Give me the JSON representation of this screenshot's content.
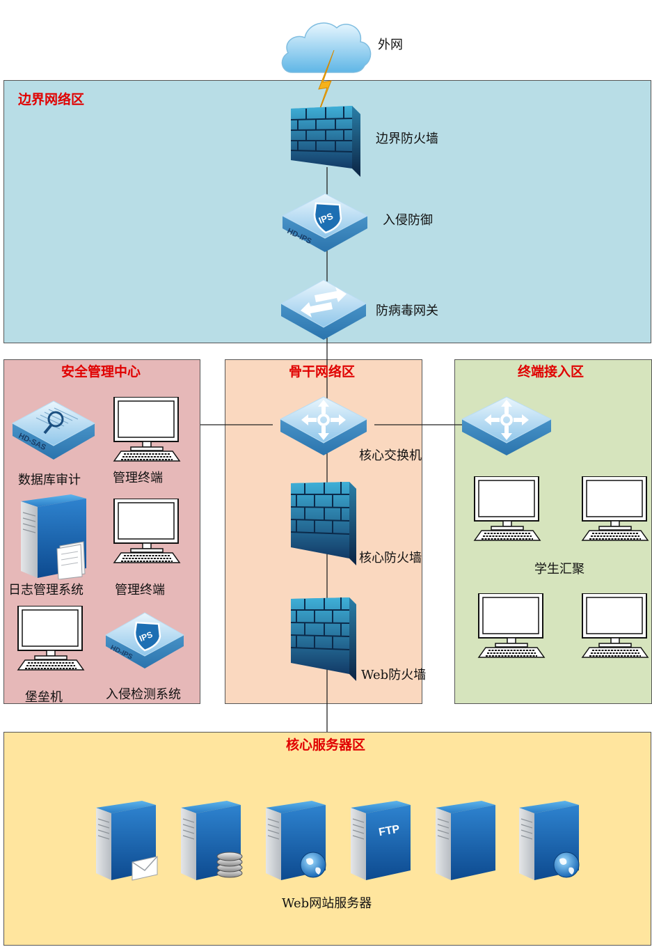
{
  "colors": {
    "border_zone": "#b8dde6",
    "security_zone": "#e6b8b8",
    "backbone_zone": "#fad8bf",
    "access_zone": "#d6e4bd",
    "server_zone": "#ffe59e",
    "title_red": "#e00000"
  },
  "external": {
    "label": "外网"
  },
  "border_zone": {
    "title": "边界网络区",
    "firewall_label": "边界防火墙",
    "ips_label": "入侵防御",
    "ips_badge": "IPS",
    "ips_brand": "HD-IPS",
    "av_gateway_label": "防病毒网关"
  },
  "security_zone": {
    "title": "安全管理中心",
    "db_audit_label": "数据库审计",
    "db_audit_brand": "HD-SAS",
    "mgmt_terminal_1_label": "管理终端",
    "mgmt_terminal_2_label": "管理终端",
    "log_system_label": "日志管理系统",
    "bastion_label": "堡垒机",
    "ids_label": "入侵检测系统",
    "ids_badge": "IPS",
    "ids_brand": "HD-IPS"
  },
  "backbone_zone": {
    "title": "骨干网络区",
    "core_switch_label": "核心交换机",
    "core_firewall_label": "核心防火墙",
    "web_firewall_label": "Web防火墙"
  },
  "access_zone": {
    "title": "终端接入区",
    "student_label": "学生汇聚"
  },
  "server_zone": {
    "title": "核心服务器区",
    "servers_label": "Web网站服务器",
    "ftp_badge": "FTP"
  }
}
